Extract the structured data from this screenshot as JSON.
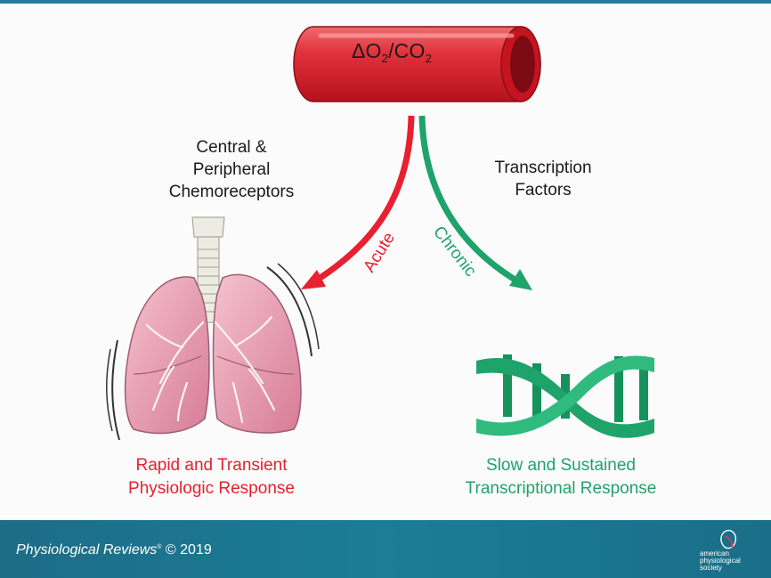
{
  "vessel": {
    "label_delta": "Δ",
    "label_o": "O",
    "label_o_sub": "2",
    "label_slash": "/CO",
    "label_co_sub": "2"
  },
  "left_caption": {
    "lines": [
      "Central &",
      "Peripheral",
      "Chemoreceptors"
    ]
  },
  "right_caption": {
    "lines": [
      "Transcription",
      "Factors"
    ]
  },
  "arrows": {
    "acute": {
      "label": "Acute",
      "color": "#e8202f"
    },
    "chronic": {
      "label": "Chronic",
      "color": "#1ea36b"
    }
  },
  "responses": {
    "left": {
      "lines": [
        "Rapid and Transient",
        "Physiologic Response"
      ]
    },
    "right": {
      "lines": [
        "Slow and Sustained",
        "Transcriptional Response"
      ]
    }
  },
  "icons": {
    "vessel": "blood-vessel-icon",
    "lungs": "lungs-icon",
    "dna": "dna-helix-icon"
  },
  "footer": {
    "journal": "Physiological Reviews",
    "registered": "®",
    "year": "© 2019",
    "logo_lines": [
      "american",
      "physiological",
      "society"
    ]
  },
  "colors": {
    "vessel_red": "#d9202b",
    "lung_pink": "#e9a1b5",
    "dna_green": "#1ea36b",
    "footer_blue": "#1b7d98"
  }
}
